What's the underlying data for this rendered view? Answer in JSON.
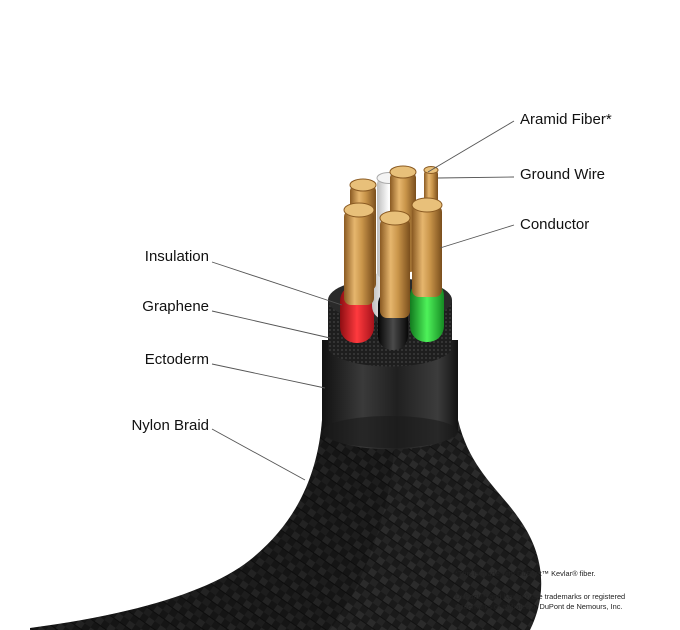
{
  "labels": {
    "aramid_fiber": "Aramid Fiber*",
    "ground_wire": "Ground Wire",
    "conductor": "Conductor",
    "insulation": "Insulation",
    "graphene": "Graphene",
    "ectoderm": "Ectoderm",
    "nylon_braid": "Nylon Braid"
  },
  "footnotes": {
    "kevlar_note": "*This is made with DuPont™ Kevlar® fiber.",
    "trademark_line1": "DuPont™ and Kevlar® are trademarks or registered",
    "trademark_line2": "trademarks of affiliates of DuPont de Nemours, Inc."
  },
  "colors": {
    "insulation_red": "#e0252a",
    "insulation_white": "#e9e9e9",
    "insulation_black": "#1b1b1b",
    "insulation_green": "#2fc43c",
    "copper": "#c9954a",
    "braid": "#1c1c1c"
  }
}
